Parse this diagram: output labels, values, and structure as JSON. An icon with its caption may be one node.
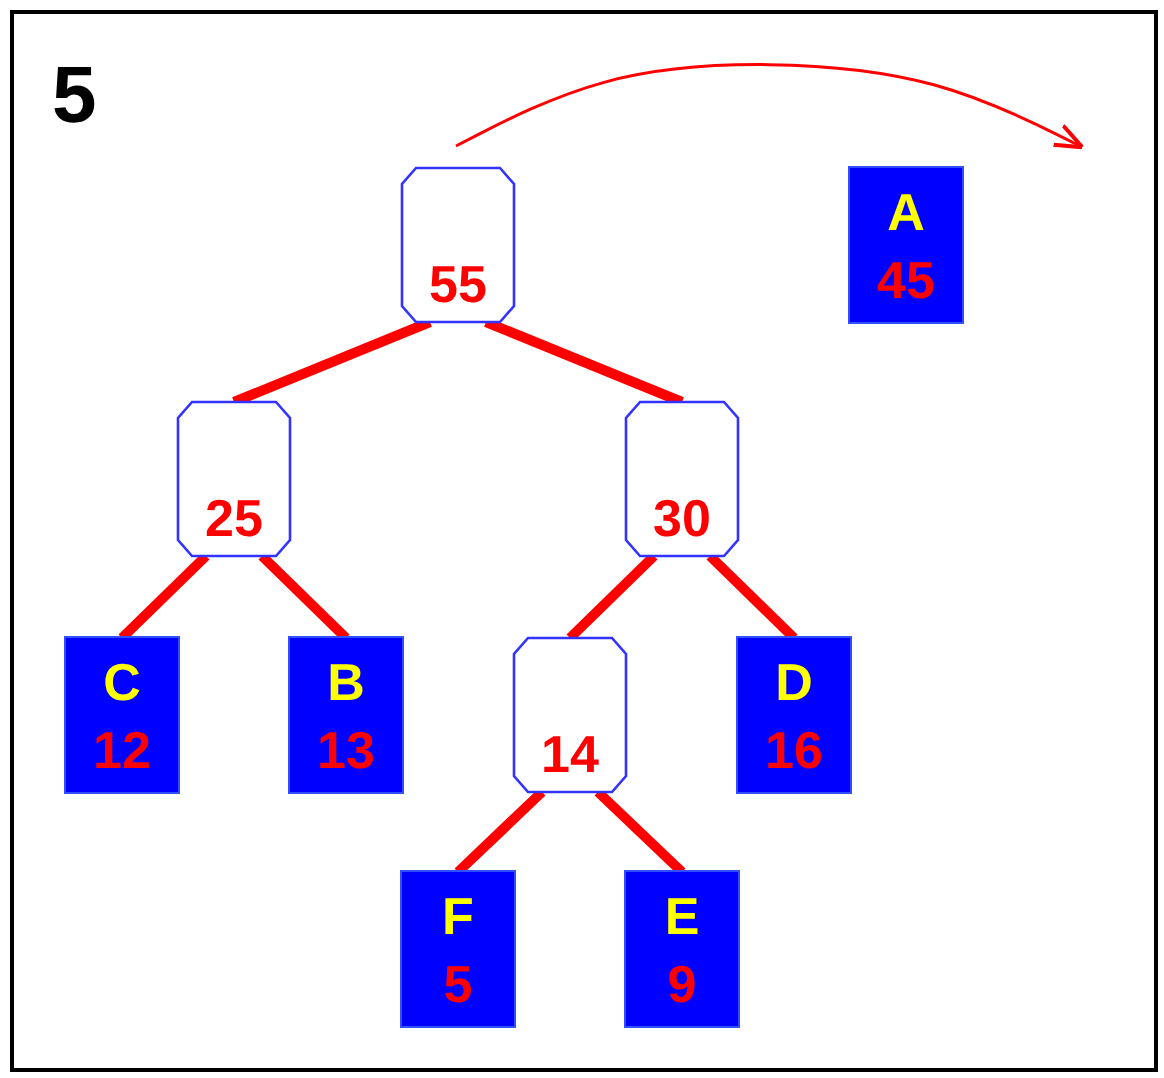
{
  "diagram": {
    "nodes": [
      {
        "text": [
          "55"
        ]
      },
      {
        "text": [
          "A",
          "45"
        ]
      },
      {
        "text": [
          "25"
        ]
      },
      {
        "text": [
          "30"
        ]
      },
      {
        "text": [
          "C",
          "12"
        ]
      },
      {
        "text": [
          "B",
          "13"
        ]
      },
      {
        "text": [
          "14"
        ]
      },
      {
        "text": [
          "D",
          "16"
        ]
      },
      {
        "text": [
          "F",
          "5"
        ]
      },
      {
        "text": [
          "E",
          "9"
        ]
      }
    ],
    "edges": [
      {
        "from": 0,
        "to": null,
        "arrow": "to"
      },
      {
        "from": 0,
        "to": 2,
        "arrow": "none"
      },
      {
        "from": 0,
        "to": 3,
        "arrow": "none"
      },
      {
        "from": 2,
        "to": 4,
        "arrow": "none"
      },
      {
        "from": 2,
        "to": 5,
        "arrow": "none"
      },
      {
        "from": 3,
        "to": 6,
        "arrow": "none"
      },
      {
        "from": 3,
        "to": 7,
        "arrow": "none"
      },
      {
        "from": 6,
        "to": 8,
        "arrow": "none"
      },
      {
        "from": 6,
        "to": 9,
        "arrow": "none"
      }
    ],
    "labels": [
      "5"
    ]
  }
}
